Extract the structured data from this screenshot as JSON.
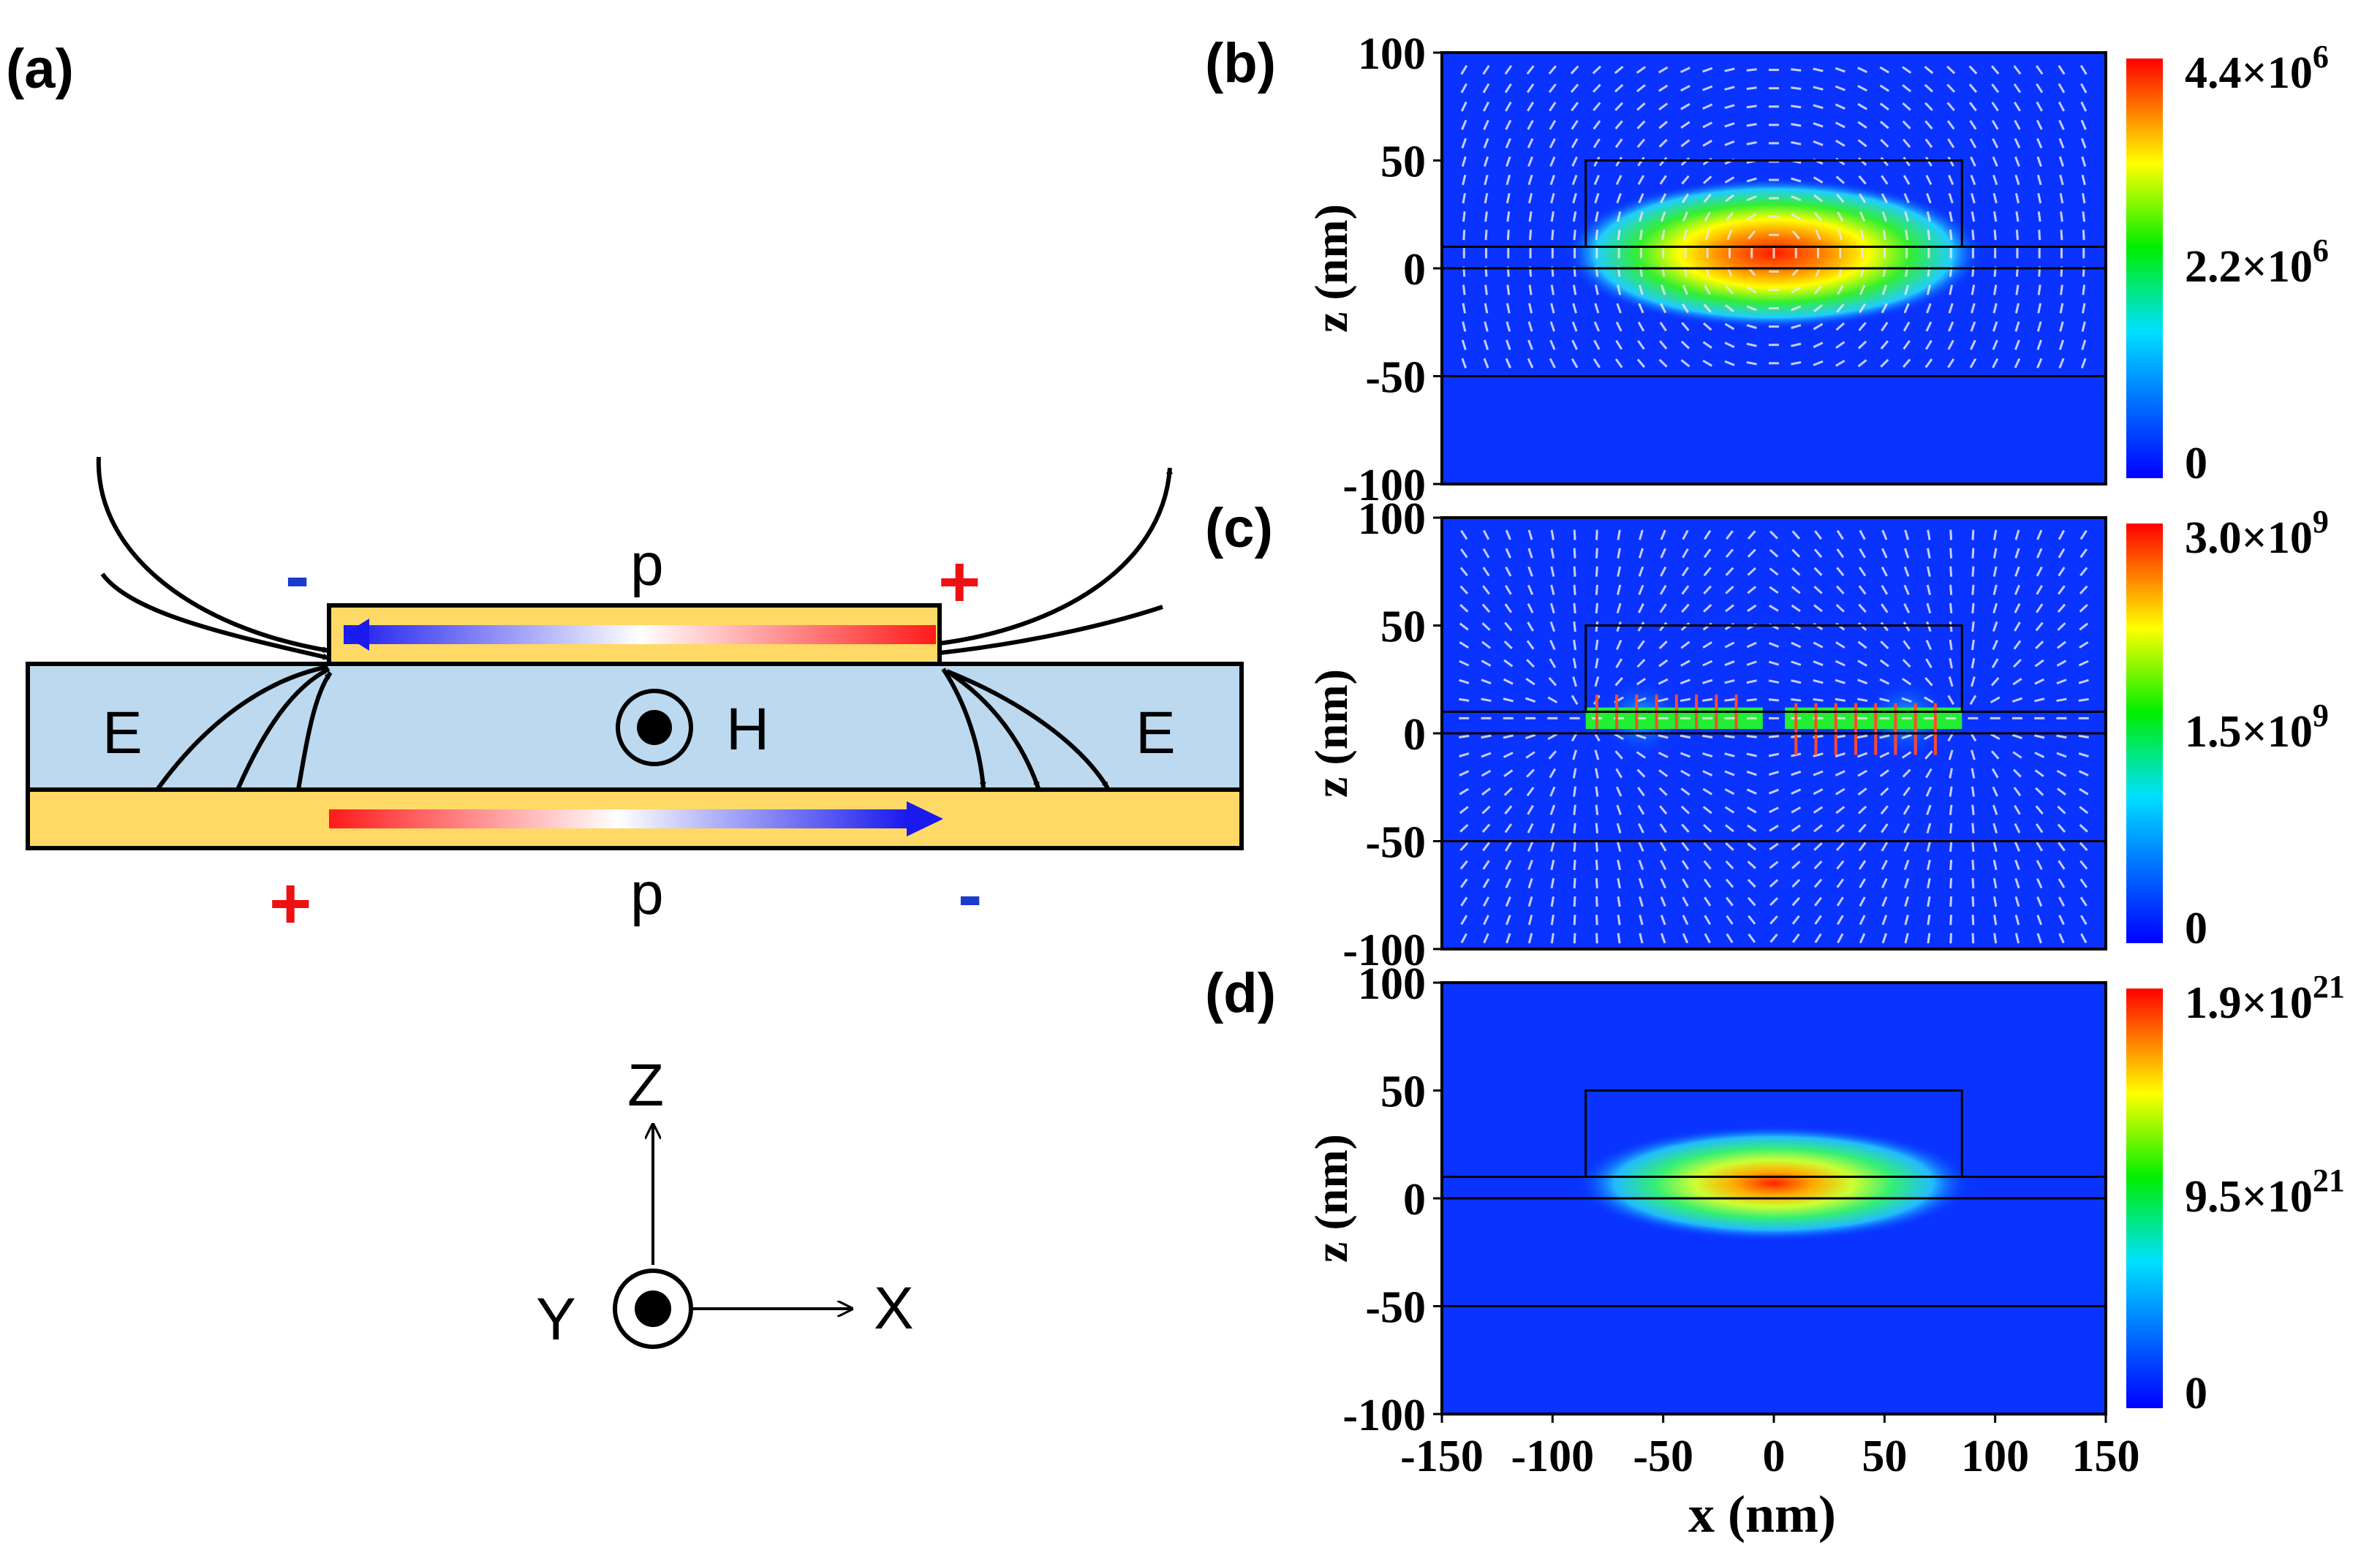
{
  "schematic": {
    "panel_label": "(a)",
    "top_label": "p",
    "bottom_label": "p",
    "field_left": "E",
    "field_right": "E",
    "magnetic": "H",
    "top_left_charge": "-",
    "top_right_charge": "+",
    "bottom_left_charge": "+",
    "bottom_right_charge": "-",
    "axis_z": "Z",
    "axis_x": "X",
    "axis_y": "Y",
    "colors": {
      "gold": "#ffd966",
      "dielectric": "#bcd9ef",
      "arrow_red": "#ff1a1a",
      "arrow_blue": "#2020ee",
      "plus": "#ee1111",
      "minus": "#1a3bcc"
    }
  },
  "axes": {
    "xlabel": "x (nm)",
    "ylabel": "z (nm)",
    "x_ticks": [
      "-150",
      "-100",
      "-50",
      "0",
      "50",
      "100",
      "150"
    ],
    "z_ticks": [
      "100",
      "50",
      "0",
      "-50",
      "-100"
    ]
  },
  "chart_data": [
    {
      "type": "heatmap",
      "panel": "(b)",
      "xlim": [
        -150,
        150
      ],
      "ylim": [
        -100,
        100
      ],
      "colorbar_ticks": [
        "4.4×10^6",
        "2.2×10^6",
        "0"
      ],
      "colorbar_range": [
        0,
        4400000
      ],
      "peak": {
        "x": 0,
        "z": 7
      },
      "vector_field": true
    },
    {
      "type": "heatmap",
      "panel": "(c)",
      "xlim": [
        -150,
        150
      ],
      "ylim": [
        -100,
        100
      ],
      "colorbar_ticks": [
        "3.0×10^9",
        "1.5×10^9",
        "0"
      ],
      "colorbar_range": [
        0,
        3000000000
      ],
      "vector_field": true
    },
    {
      "type": "heatmap",
      "panel": "(d)",
      "xlim": [
        -150,
        150
      ],
      "ylim": [
        -100,
        100
      ],
      "colorbar_ticks": [
        "1.9×10^21",
        "9.5×10^21",
        "0"
      ],
      "colorbar_range": [
        0,
        1.9e+21
      ],
      "peak": {
        "x": 0,
        "z": 7
      },
      "vector_field": false
    }
  ]
}
